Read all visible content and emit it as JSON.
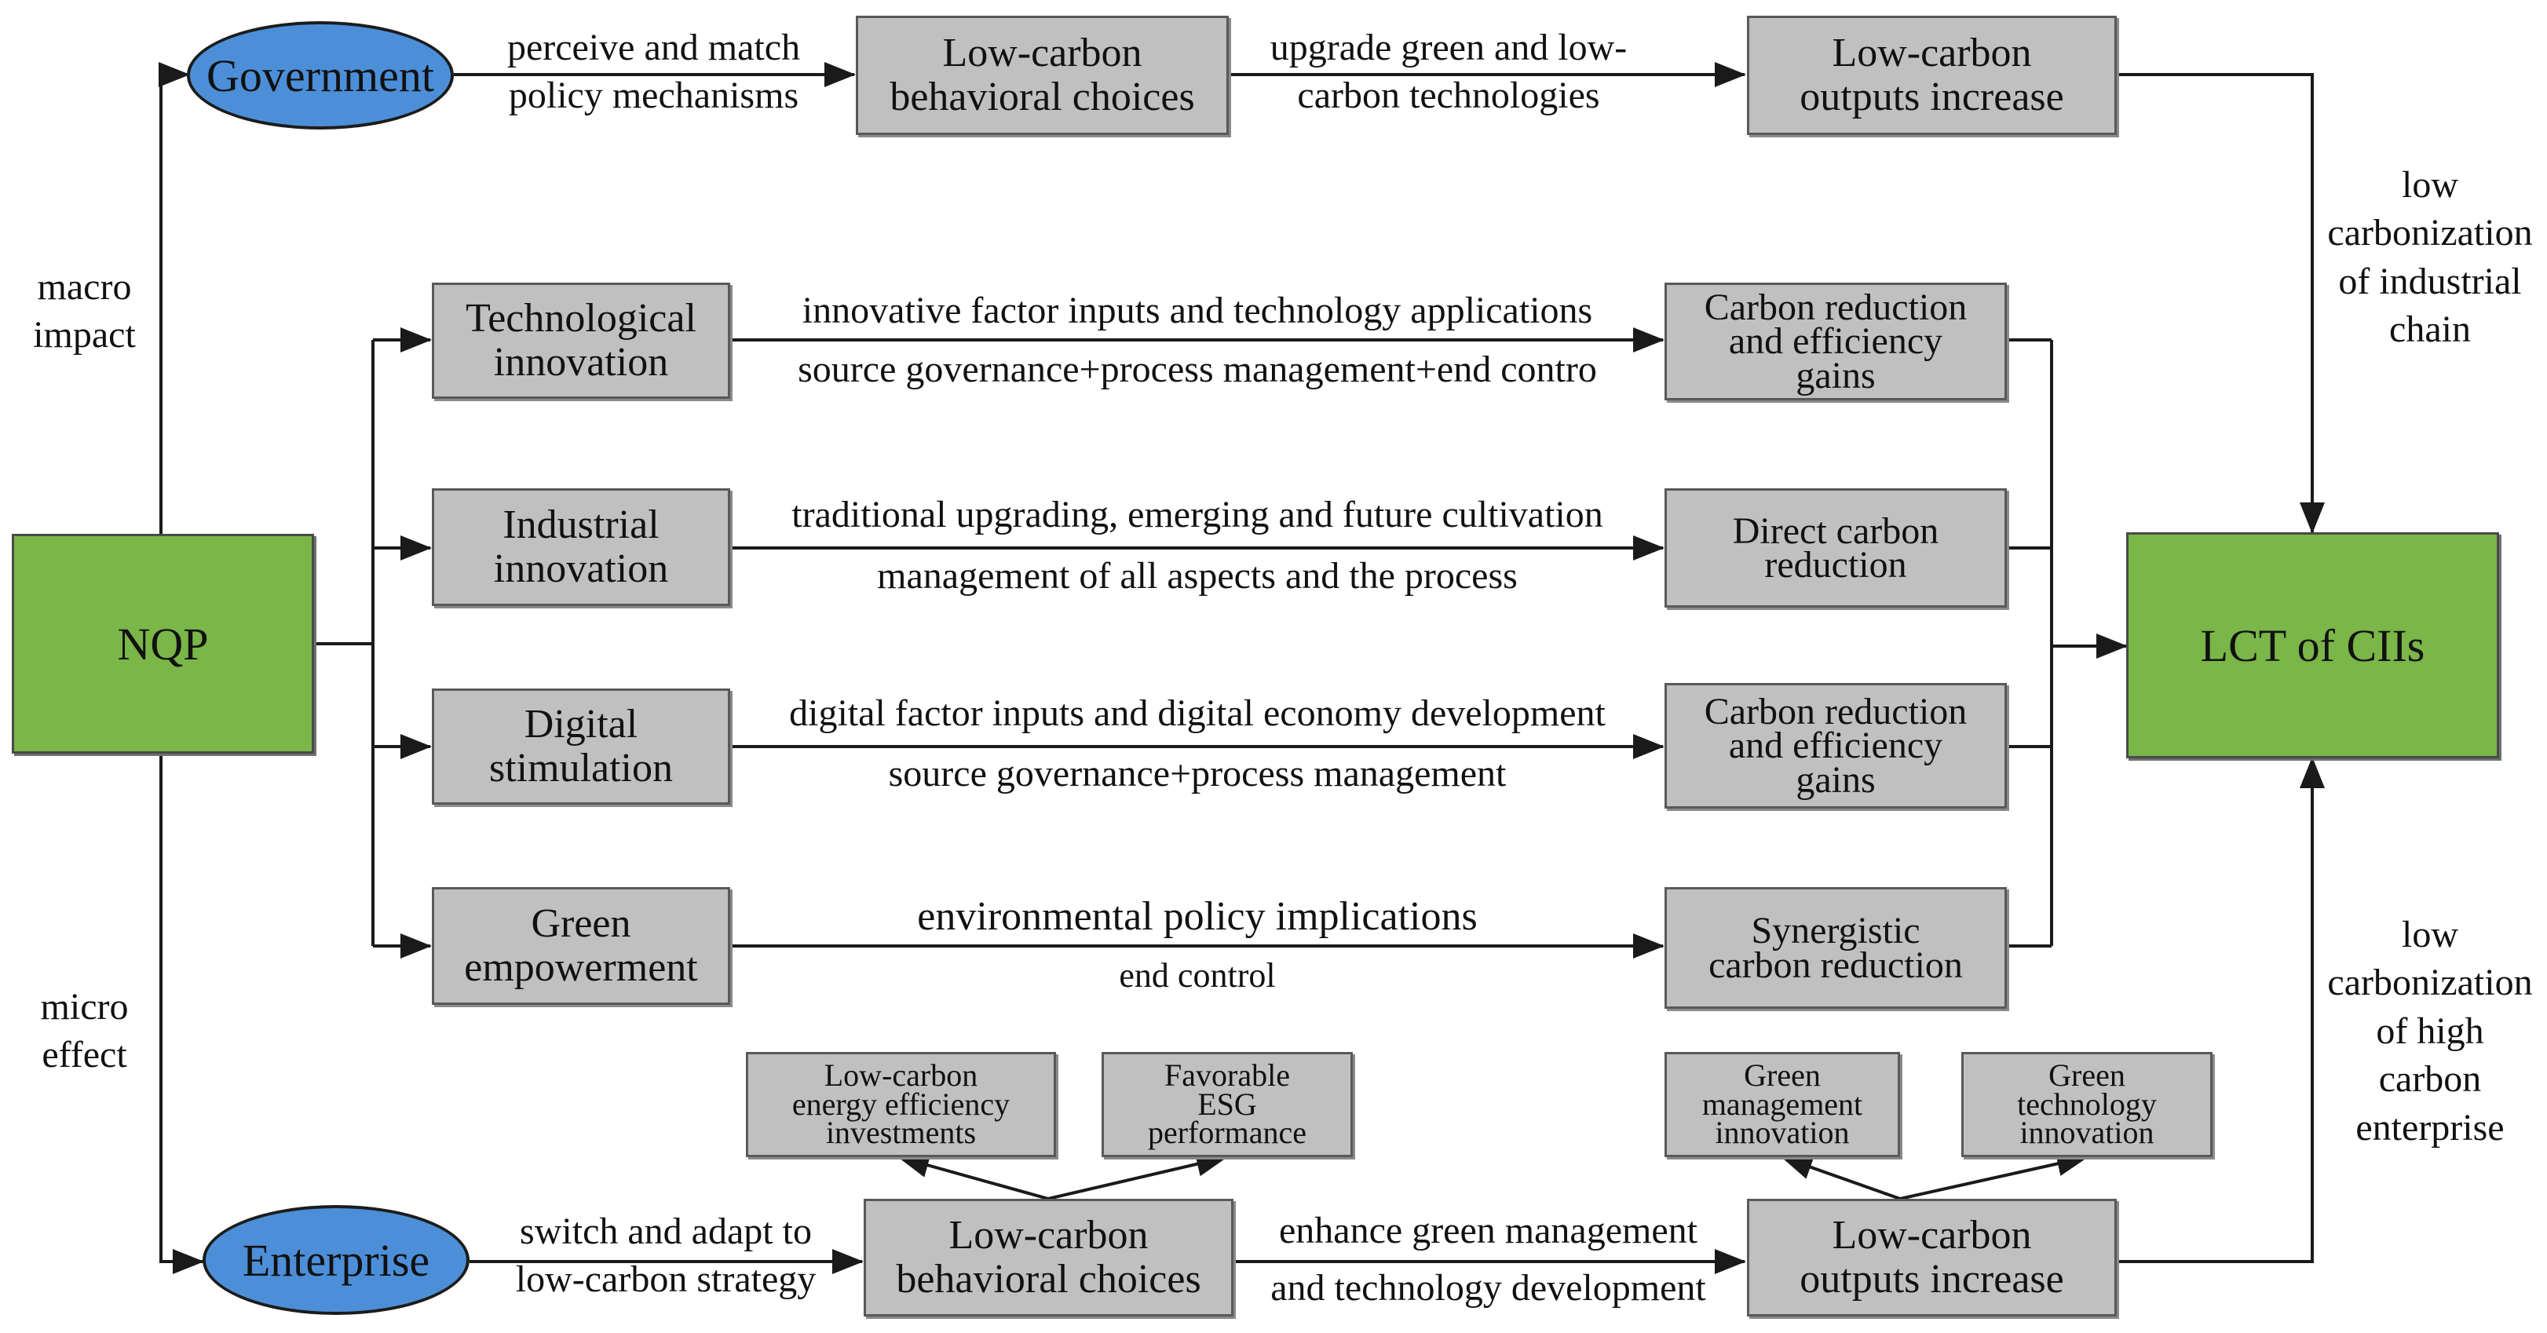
{
  "nodes": {
    "nqp": "NQP",
    "lct": "LCT of CIIs",
    "government": "Government",
    "enterprise": "Enterprise",
    "gov_behavior": "Low-carbon\nbehavioral choices",
    "gov_outputs": "Low-carbon\noutputs increase",
    "tech_innovation": "Technological\ninnovation",
    "industrial_innovation": "Industrial\ninnovation",
    "digital_stimulation": "Digital\nstimulation",
    "green_empowerment": "Green\nempowerment",
    "carbon_gains_1": "Carbon reduction\nand efficiency\ngains",
    "direct_reduction": "Direct carbon\nreduction",
    "carbon_gains_2": "Carbon reduction\nand efficiency\ngains",
    "synergistic": "Synergistic\ncarbon reduction",
    "ent_behavior": "Low-carbon\nbehavioral choices",
    "ent_outputs": "Low-carbon\noutputs increase",
    "energy_investments": "Low-carbon\nenergy efficiency\ninvestments",
    "esg": "Favorable\nESG\nperformance",
    "green_mgmt": "Green\nmanagement\ninnovation",
    "green_tech": "Green\ntechnology\ninnovation"
  },
  "labels": {
    "macro": "macro\nimpact",
    "micro": "micro\neffect",
    "gov_edge": "perceive and match\npolicy mechanisms",
    "gov_edge2": "upgrade green and low-\ncarbon technologies",
    "chain": "low\ncarbonization\nof industrial\nchain",
    "high_carbon": "low\ncarbonization\nof high\ncarbon\nenterprise",
    "tech_top": "innovative factor inputs and technology applications",
    "tech_bottom": "source governance+process management+end contro",
    "ind_top": "traditional upgrading, emerging and future cultivation",
    "ind_bottom": "management of all aspects and the process",
    "dig_top": "digital factor inputs and digital economy development",
    "dig_bottom": "source governance+process management",
    "green_top": "environmental policy implications",
    "green_bottom": "end control",
    "ent_edge": "switch and adapt to\nlow-carbon strategy",
    "ent_edge2_top": "enhance green management",
    "ent_edge2_bottom": "and technology development"
  },
  "colors": {
    "green_box": "#7ab648",
    "gray_box": "#c0c0c0",
    "ellipse_blue": "#4c8fd8",
    "line": "#1a1a1a"
  }
}
